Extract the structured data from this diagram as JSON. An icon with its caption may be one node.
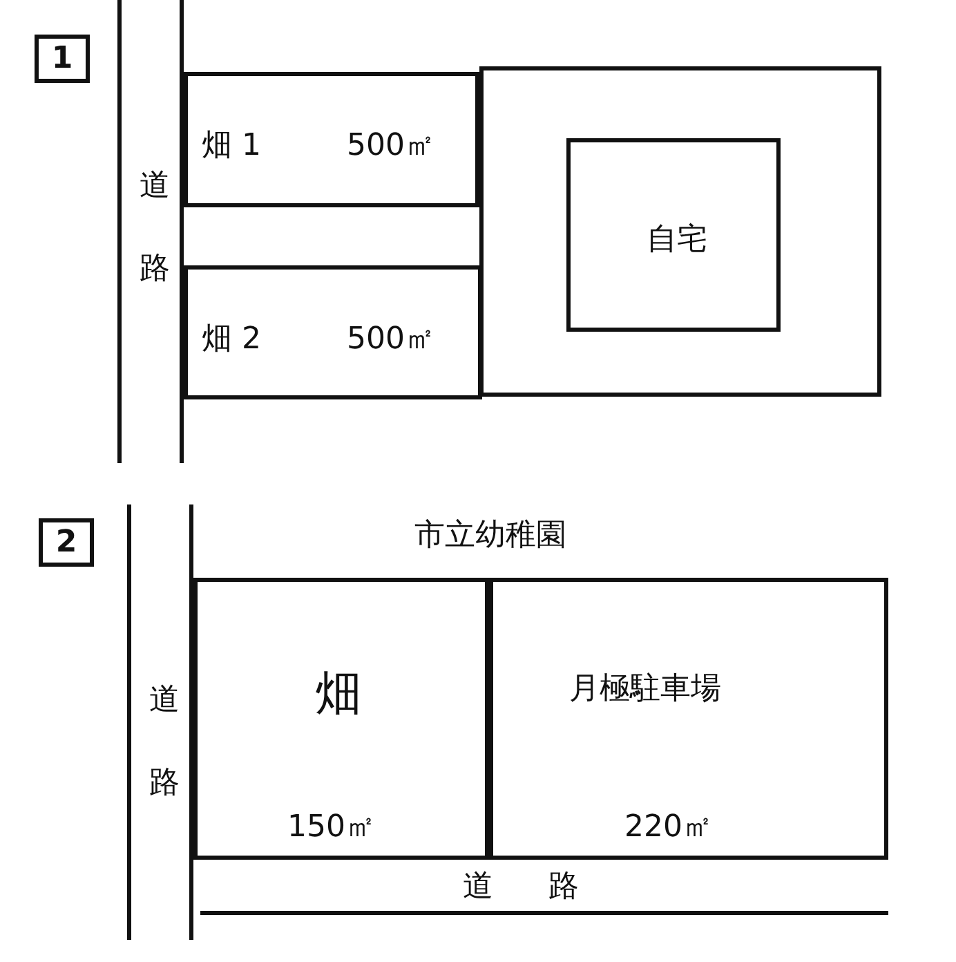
{
  "diagram": {
    "nodes": [
      {
        "text": [
          "1"
        ]
      },
      {
        "text": [
          "道路"
        ]
      },
      {
        "text": [
          "畑 1",
          "500㎡"
        ]
      },
      {
        "text": [
          "畑 2",
          "500㎡"
        ]
      },
      {
        "text": [],
        "shape": "box"
      },
      {
        "text": [
          "自宅"
        ],
        "in": 4
      },
      {
        "text": [
          "2"
        ]
      },
      {
        "text": [
          "道路"
        ]
      },
      {
        "text": [
          "畑",
          "150㎡"
        ]
      },
      {
        "text": [
          "月極駐車場",
          "220㎡"
        ]
      },
      {
        "text": [
          "道路"
        ]
      }
    ],
    "edges": [],
    "labels": [
      "市立幼稚園"
    ]
  }
}
